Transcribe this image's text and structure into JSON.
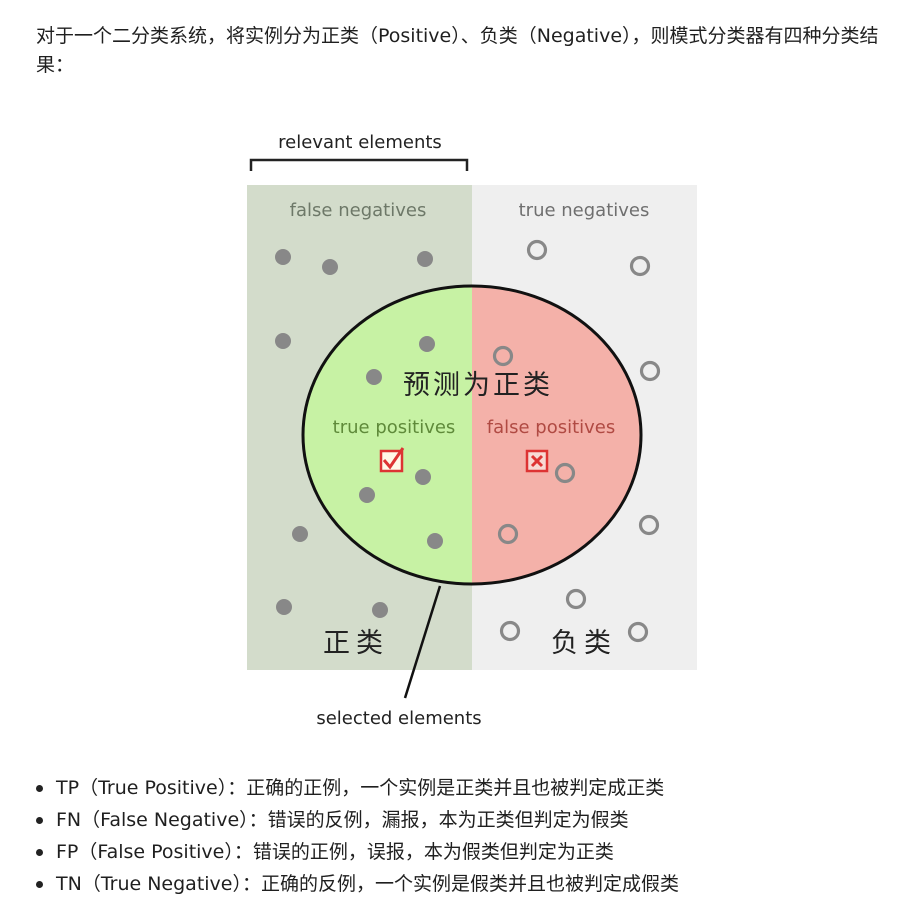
{
  "intro_text": "对于一个二分类系统，将实例分为正类（Positive）、负类（Negative），则模式分类器有四种分类结果：",
  "diagram": {
    "relevant_label": "relevant elements",
    "selected_label": "selected elements",
    "false_negatives_label": "false negatives",
    "true_negatives_label": "true negatives",
    "true_positives_label": "true positives",
    "false_positives_label": "false positives",
    "predicted_positive_label": "预测为正类",
    "positive_class_label": "正类",
    "negative_class_label": "负类",
    "check_icon": "check-box-icon",
    "cross_icon": "cross-box-icon",
    "colors": {
      "left_bg": "#d3dccb",
      "right_bg": "#efefef",
      "tp_fill": "#c7f2a4",
      "fp_fill": "#f4b1a9",
      "dot": "#888888"
    }
  },
  "bullets": [
    "TP（True Positive）：正确的正例，一个实例是正类并且也被判定成正类",
    "FN（False Negative）：错误的反例，漏报，本为正类但判定为假类",
    "FP（False Positive）：错误的正例，误报，本为假类但判定为正类",
    "TN（True Negative）：正确的反例，一个实例是假类并且也被判定成假类"
  ]
}
